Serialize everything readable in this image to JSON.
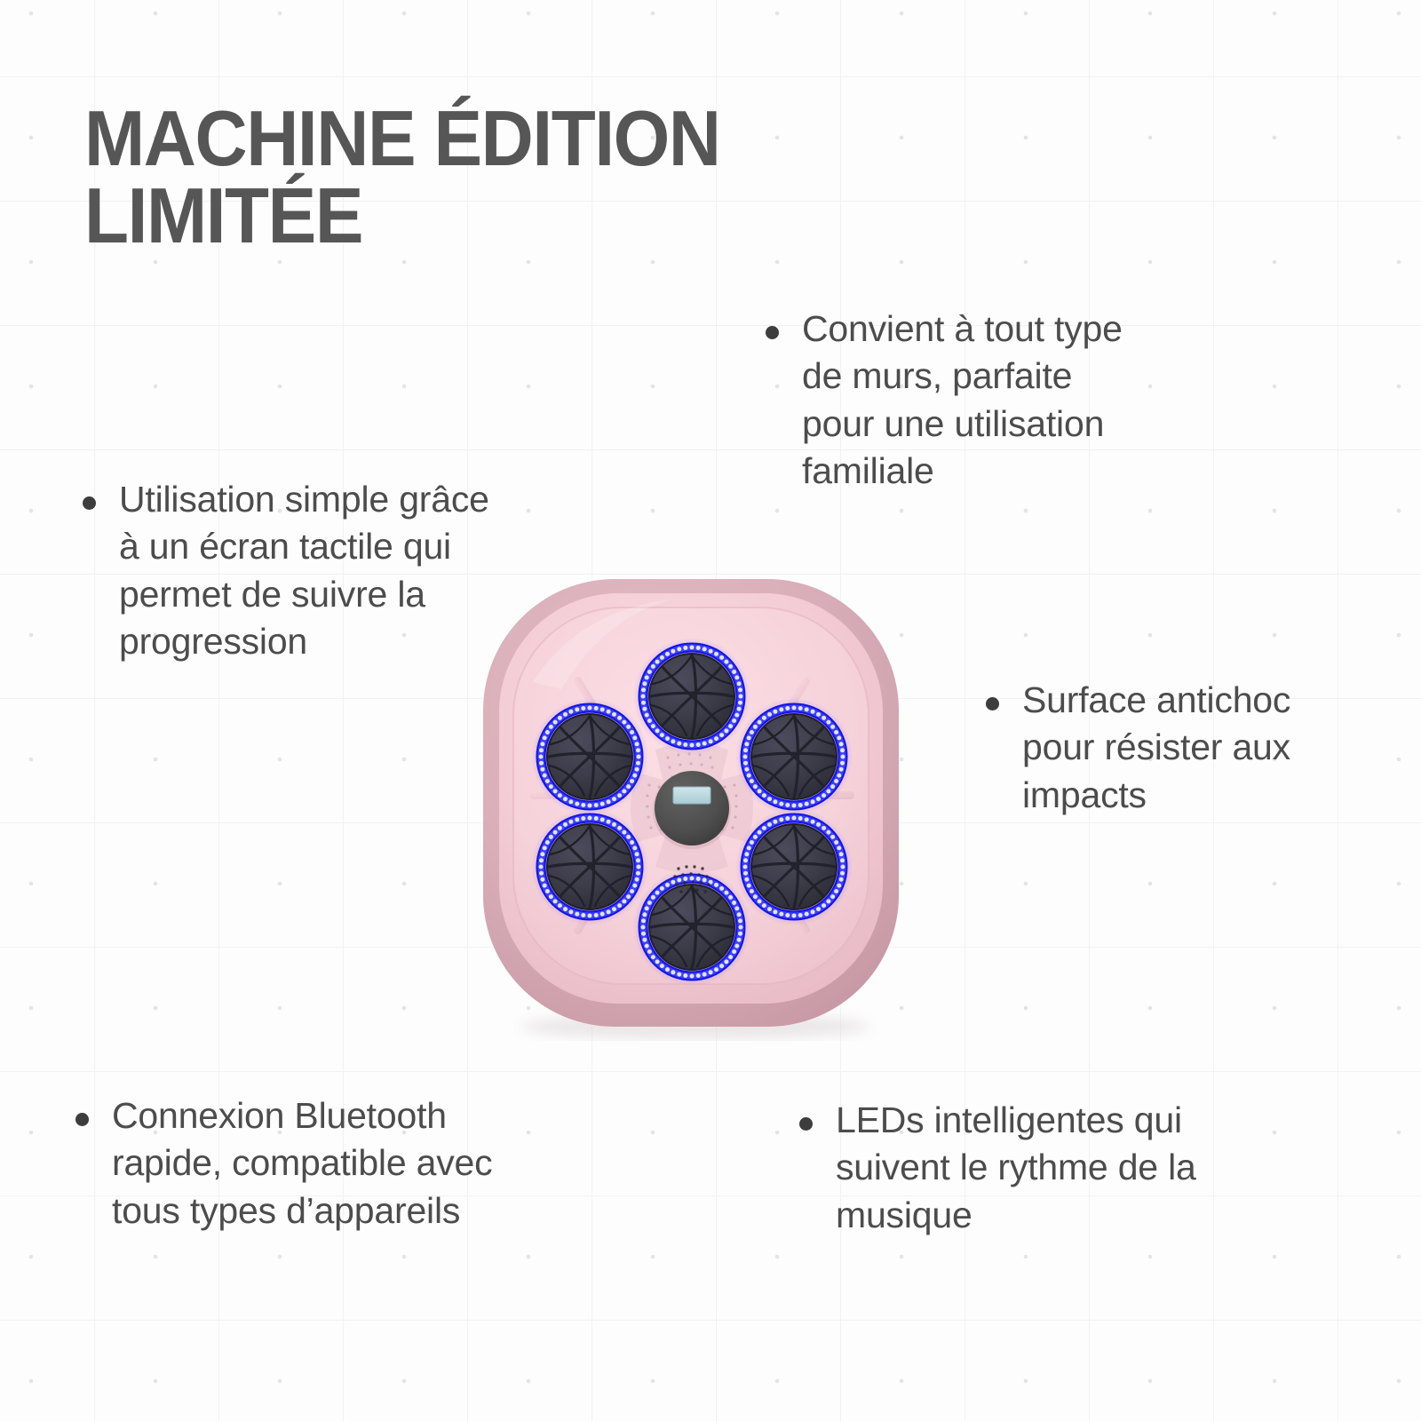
{
  "page": {
    "background_color": "#fdfdfd",
    "grid_line_color": "#f2f2f2",
    "grid_dot_color": "#e4e4e4"
  },
  "headline": {
    "text": "MACHINE ÉDITION\nLIMITÉE",
    "color": "#565656"
  },
  "bullets": [
    {
      "id": "touchscreen",
      "text": "Utilisation simple grâce\nà un écran tactile qui\npermet de suivre la\nprogression"
    },
    {
      "id": "walls",
      "text": "Convient à tout type\nde murs, parfaite\npour une utilisation\nfamiliale"
    },
    {
      "id": "antishock",
      "text": "Surface antichoc\npour résister aux\nimpacts"
    },
    {
      "id": "bluetooth",
      "text": "Connexion Bluetooth\nrapide, compatible avec\ntous types d’appareils"
    },
    {
      "id": "leds",
      "text": "LEDs intelligentes qui\nsuivent le rythme de la\nmusique"
    }
  ],
  "bullet_style": {
    "text_color": "#4c4c4c",
    "dot_color": "#3d3d3d"
  },
  "product": {
    "name": "machine-de-boxe-musicale",
    "shell_color_outer": "#d5a9b4",
    "shell_color_inner": "#f4cdd6",
    "pad_count": 6,
    "pad_color": "#3a3a46",
    "led_ring_color": "#1a1aff",
    "led_dot_color": "#b9c6ff",
    "center_module_color": "#4f4f4f",
    "display_color": "#b9dbe0",
    "speaker_dot_color": "#2a2a2a"
  }
}
